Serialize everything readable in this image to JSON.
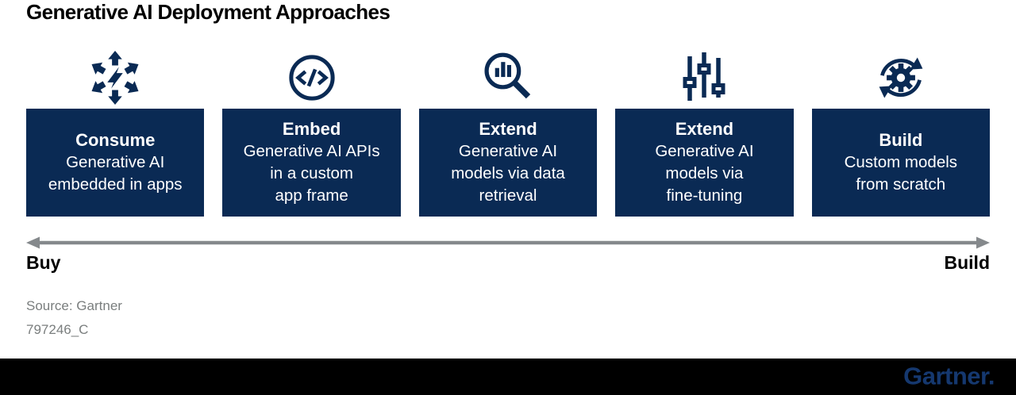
{
  "page": {
    "title": "Generative AI Deployment Approaches",
    "source_line1": "Source: Gartner",
    "source_line2": "797246_C",
    "footer_logo": "Gartner."
  },
  "colors": {
    "navy_box": "#0A2A54",
    "arrow_gray": "#85898C",
    "source_gray": "#7A7E7E",
    "footer_black": "#000000",
    "logo_blue": "#15386F"
  },
  "spectrum": {
    "left_label": "Buy",
    "right_label": "Build"
  },
  "approaches": [
    {
      "icon": "spread-arrows-lightning-icon",
      "heading": "Consume",
      "body": "Generative AI\nembedded in apps"
    },
    {
      "icon": "code-circle-icon",
      "heading": "Embed",
      "body": "Generative AI APIs\nin a custom\napp frame"
    },
    {
      "icon": "magnifier-bar-chart-icon",
      "heading": "Extend",
      "body": "Generative AI\nmodels via data\nretrieval"
    },
    {
      "icon": "sliders-icon",
      "heading": "Extend",
      "body": "Generative AI\nmodels via\nfine-tuning"
    },
    {
      "icon": "gear-cycle-icon",
      "heading": "Build",
      "body": "Custom models\nfrom scratch"
    }
  ]
}
